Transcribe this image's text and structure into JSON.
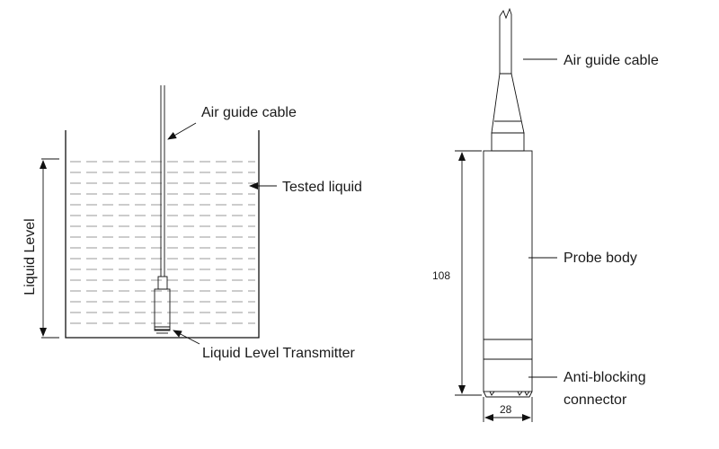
{
  "left_panel": {
    "air_guide_cable_label": "Air guide cable",
    "tested_liquid_label": "Tested liquid",
    "liquid_level_label": "Liquid Level",
    "transmitter_label": "Liquid Level Transmitter"
  },
  "right_panel": {
    "air_guide_cable_label": "Air guide cable",
    "probe_body_label": "Probe body",
    "anti_blocking_label_line1": "Anti-blocking",
    "anti_blocking_label_line2": "connector",
    "height_dimension": "108",
    "width_dimension": "28"
  },
  "colors": {
    "ink": "#111111",
    "liquid_dash": "#9a9a9a",
    "background": "#ffffff"
  }
}
